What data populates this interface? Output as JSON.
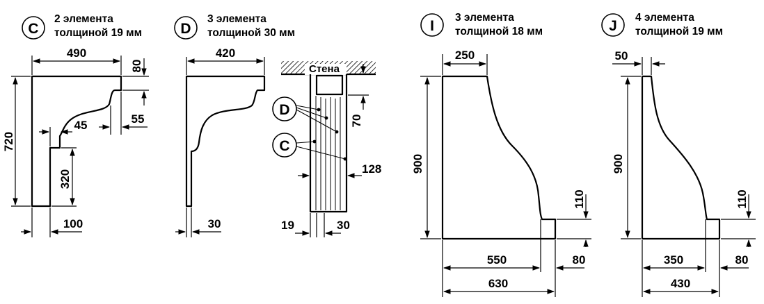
{
  "panels": {
    "c": {
      "badge": "C",
      "line1": "2 элемента",
      "line2": "толщиной 19 мм",
      "dims": {
        "width": "490",
        "top": "80",
        "height": "720",
        "step": "45",
        "notch": "55",
        "leg": "320",
        "base": "100"
      }
    },
    "d": {
      "badge": "D",
      "line1": "3 элемента",
      "line2": "толщиной 30 мм",
      "dims": {
        "width": "420",
        "base": "30"
      }
    },
    "side": {
      "wall": "Стена",
      "label_d": "D",
      "label_c": "C",
      "dims": {
        "top": "70",
        "depth": "128",
        "left": "19",
        "right": "30"
      }
    },
    "i": {
      "badge": "I",
      "line1": "3 элемента",
      "line2": "толщиной 18 мм",
      "dims": {
        "top": "250",
        "height": "900",
        "foot": "110",
        "inner": "550",
        "tail": "80",
        "total": "630"
      }
    },
    "j": {
      "badge": "J",
      "line1": "4 элемента",
      "line2": "толщиной 19 мм",
      "dims": {
        "top": "50",
        "height": "900",
        "foot": "110",
        "inner": "350",
        "tail": "80",
        "total": "430"
      }
    }
  }
}
